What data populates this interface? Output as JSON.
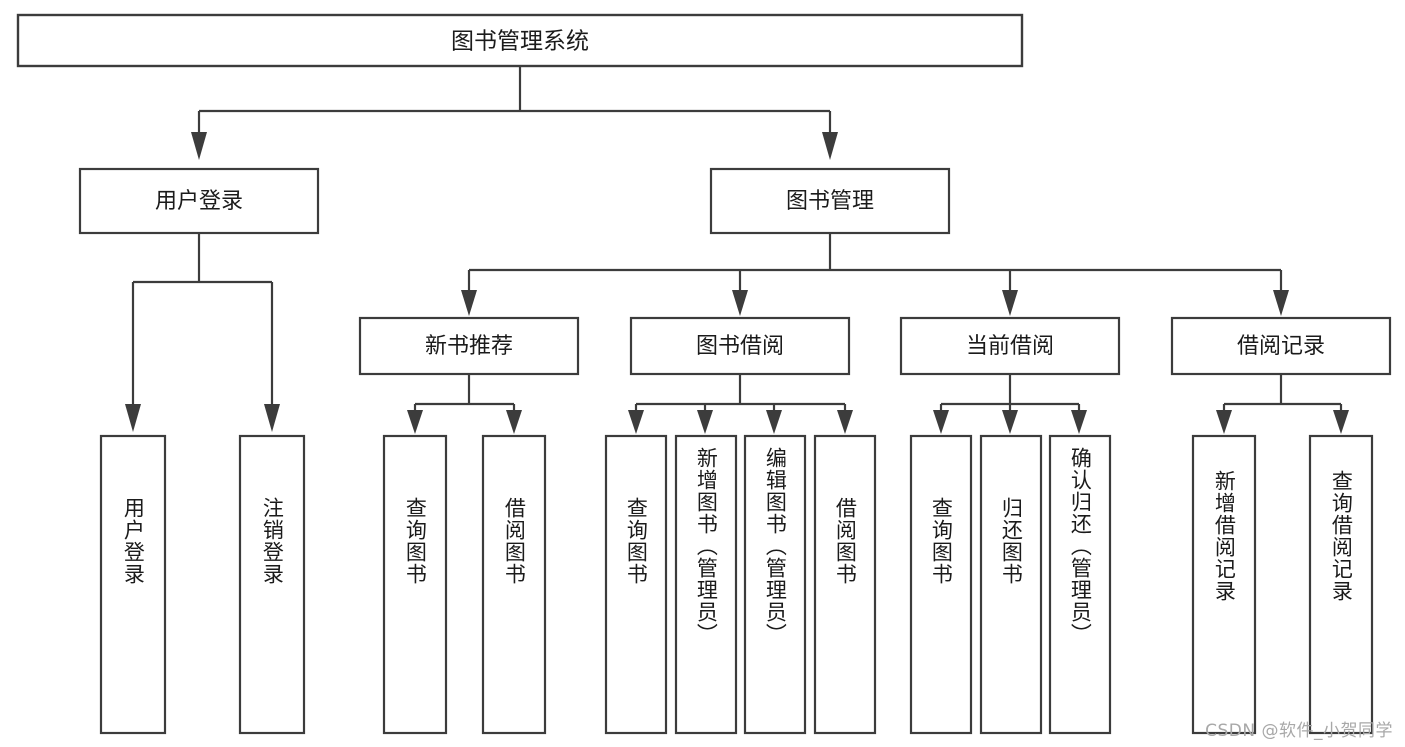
{
  "diagram": {
    "title": "图书管理系统",
    "type": "hierarchy-tree",
    "watermark": "CSDN @软件_小贺同学",
    "style": {
      "background": "#ffffff",
      "box_fill": "#ffffff",
      "box_stroke": "#3c3c3c",
      "text_color": "#1b1b1b",
      "watermark_color": "#a8a8a8"
    },
    "root": {
      "label": "图书管理系统"
    },
    "level2": [
      {
        "label": "用户登录"
      },
      {
        "label": "图书管理"
      }
    ],
    "level3": [
      {
        "label": "新书推荐"
      },
      {
        "label": "图书借阅"
      },
      {
        "label": "当前借阅"
      },
      {
        "label": "借阅记录"
      }
    ],
    "leaves": {
      "user_login": [
        {
          "label": "用户登录"
        },
        {
          "label": "注销登录"
        }
      ],
      "new_book_recommend": [
        {
          "label": "查询图书"
        },
        {
          "label": "借阅图书"
        }
      ],
      "book_borrow": [
        {
          "label": "查询图书"
        },
        {
          "label": "新增图书（管理员）"
        },
        {
          "label": "编辑图书（管理员）"
        },
        {
          "label": "借阅图书"
        }
      ],
      "current_borrow": [
        {
          "label": "查询图书"
        },
        {
          "label": "归还图书"
        },
        {
          "label": "确认归还（管理员）"
        }
      ],
      "borrow_record": [
        {
          "label": "新增借阅记录"
        },
        {
          "label": "查询借阅记录"
        }
      ]
    }
  }
}
